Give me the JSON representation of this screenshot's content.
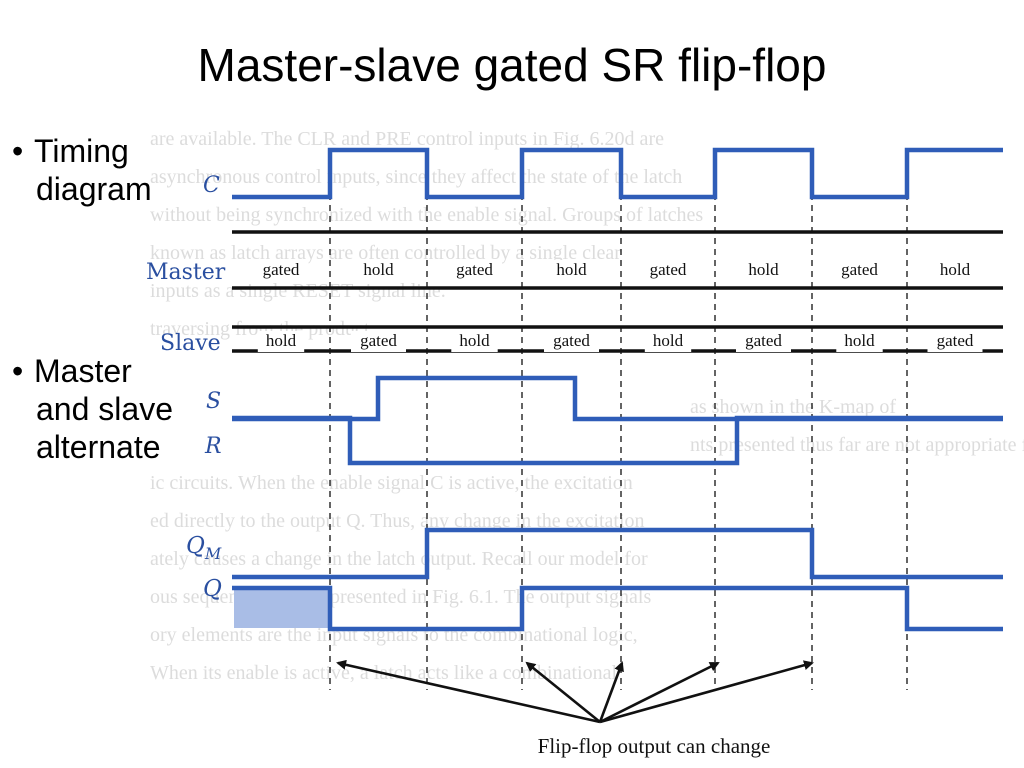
{
  "title": "Master-slave gated SR flip-flop",
  "bullets": [
    {
      "lines": [
        "Timing",
        "diagram"
      ]
    },
    {
      "lines": [
        "Master",
        "and slave",
        "alternate"
      ]
    }
  ],
  "diagram": {
    "signal_labels": {
      "C": "C",
      "Master": "Master",
      "Slave": "Slave",
      "S": "S",
      "R": "R",
      "QM_base": "Q",
      "QM_sub": "M",
      "Q": "Q"
    },
    "master_phases": [
      "gated",
      "hold",
      "gated",
      "hold",
      "gated",
      "hold",
      "gated",
      "hold"
    ],
    "slave_phases": [
      "hold",
      "gated",
      "hold",
      "gated",
      "hold",
      "gated",
      "hold",
      "gated"
    ],
    "caption": "Flip-flop output can change",
    "colors": {
      "signal": "#2f5db8",
      "rail": "#111111",
      "shade": "#a9bde6",
      "background_text": "#dcdcdc"
    }
  },
  "background_text": [
    "are available. The CLR and PRE control inputs in Fig. 6.20d are",
    "asynchronous control inputs, since they affect the state of the latch",
    "without being synchronized with the enable signal. Groups of latches",
    "known as latch arrays are often controlled by a single clear",
    "inputs as a single RESET signal line.",
    "traversing from the product",
    "as shown in the K-map of",
    "nts presented thus far are not appropriate for use in synchronous",
    "ic circuits. When the enable signal C is active, the excitation",
    "ed directly to the output Q. Thus, any change in the excitation",
    "ately causes a change in the latch output. Recall our model for",
    "ous sequential circuit, presented in Fig. 6.1. The output signals",
    "ory elements are the input signals to the combinational logic,",
    "When its enable is active, a latch acts like a combinational"
  ]
}
